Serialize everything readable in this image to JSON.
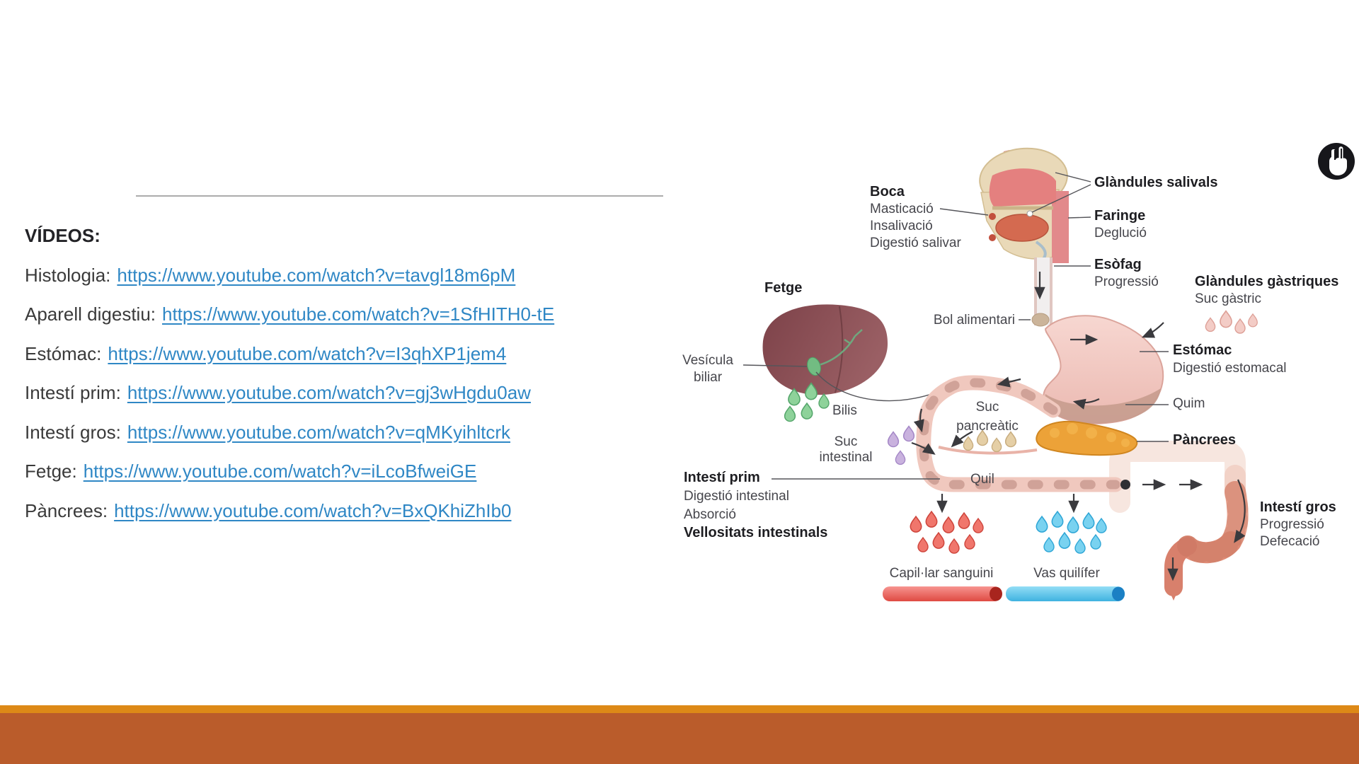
{
  "colors": {
    "background": "#FFFFFF",
    "link_blue": "#2F87C5",
    "heading_text": "#232327",
    "body_text": "#3A3A3A",
    "divider_gray": "#ACACAC",
    "footer_accent_orange": "#DD8917",
    "footer_bar_rust": "#BA5C2B",
    "bile_green": "#8ED29A",
    "capillary_red": "#E05048",
    "lacteal_blue": "#45B7E8"
  },
  "icons": {
    "corner_logo": "pointing-hand-logo"
  },
  "videos_panel": {
    "heading": "VÍDEOS:",
    "links": [
      {
        "label": "Histologia:",
        "url": "https://www.youtube.com/watch?v=tavgl18m6pM"
      },
      {
        "label": "Aparell digestiu:",
        "url": "https://www.youtube.com/watch?v=1SfHITH0-tE"
      },
      {
        "label": "Estómac:",
        "url": "https://www.youtube.com/watch?v=I3qhXP1jem4"
      },
      {
        "label": "Intestí prim:",
        "url": "https://www.youtube.com/watch?v=gj3wHgdu0aw"
      },
      {
        "label": "Intestí gros:",
        "url": "https://www.youtube.com/watch?v=qMKyihltcrk"
      },
      {
        "label": "Fetge:",
        "url": "https://www.youtube.com/watch?v=iLcoBfweiGE"
      },
      {
        "label": "Pàncrees:",
        "url": "https://www.youtube.com/watch?v=BxQKhiZhIb0"
      }
    ]
  },
  "diagram": {
    "boca": {
      "title": "Boca",
      "sub1": "Masticació",
      "sub2": "Insalivació",
      "sub3": "Digestió salivar"
    },
    "glandules_salivals": {
      "title": "Glàndules salivals"
    },
    "faringe": {
      "title": "Faringe",
      "sub1": "Deglució"
    },
    "esofag": {
      "title": "Esòfag",
      "sub1": "Progressió"
    },
    "glandules_gastriques": {
      "title": "Glàndules gàstriques",
      "sub1": "Suc gàstric"
    },
    "fetge": {
      "title": "Fetge"
    },
    "vesicula_biliar": {
      "line1": "Vesícula",
      "line2": "biliar"
    },
    "bilis": {
      "title": "Bilis"
    },
    "bol_alimentari": {
      "title": "Bol alimentari"
    },
    "estomac": {
      "title": "Estómac",
      "sub1": "Digestió estomacal"
    },
    "quim": {
      "title": "Quim"
    },
    "suc_pancreatic": {
      "line1": "Suc",
      "line2": "pancreàtic"
    },
    "pancrees": {
      "title": "Pàncrees"
    },
    "suc_intestinal": {
      "line1": "Suc",
      "line2": "intestinal"
    },
    "intesti_prim": {
      "title": "Intestí prim",
      "sub1": "Digestió intestinal",
      "sub2": "Absorció",
      "sub3": "Vellositats intestinals"
    },
    "quil": {
      "title": "Quil"
    },
    "capillar_sanguini": {
      "title": "Capil·lar sanguini"
    },
    "vas_quilifer": {
      "title": "Vas quilífer"
    },
    "intesti_gros": {
      "title": "Intestí gros",
      "sub1": "Progressió",
      "sub2": "Defecació"
    }
  }
}
